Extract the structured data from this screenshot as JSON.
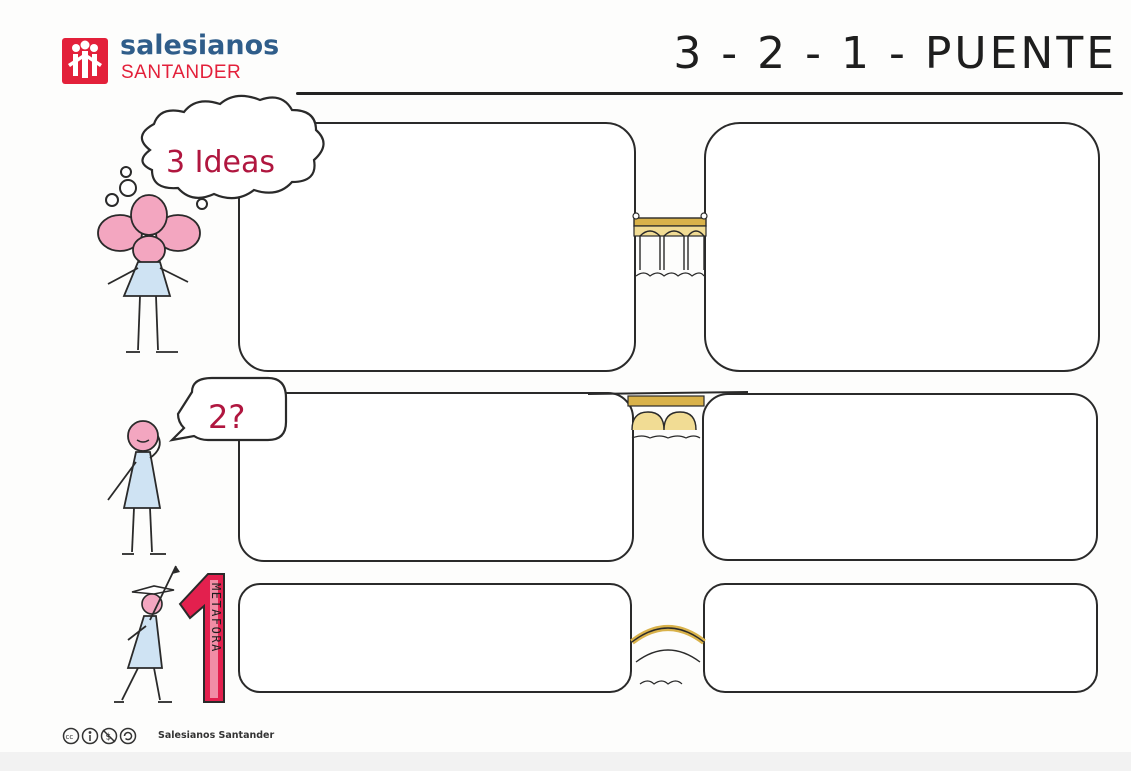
{
  "logo": {
    "word": "salesianos",
    "sub": "SANTANDER"
  },
  "title": "3 - 2 - 1 - PUENTE",
  "rows": [
    {
      "bubble_text": "3 Ideas"
    },
    {
      "bubble_text": "2?"
    },
    {
      "number": "1",
      "vertical_word": "METAFORA"
    }
  ],
  "footer": {
    "license_icons": [
      "cc-icon",
      "by-icon",
      "nc-icon",
      "sa-icon"
    ],
    "credit": "Salesianos Santander"
  },
  "colors": {
    "brand_red": "#e3203a",
    "brand_blue": "#2f5d8a",
    "figure_pink": "#f3a6c0",
    "figure_blue": "#cfe3f3",
    "bridge_gold": "#d9b24a",
    "accent_crimson": "#b0163f"
  }
}
